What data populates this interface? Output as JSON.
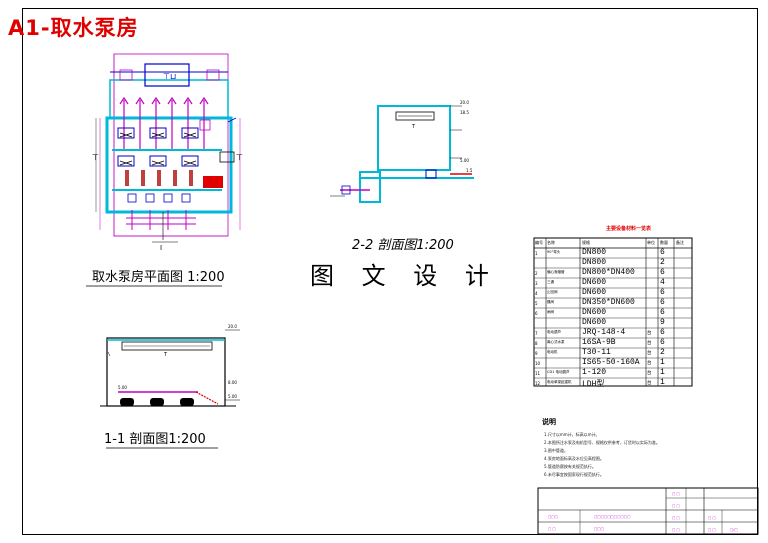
{
  "sheet_title": "A1-取水泵房",
  "watermark": "图 文 设 计",
  "views": {
    "plan_title": "取水泵房平面图 1:200",
    "section_22_title": "2-2 剖面图1:200",
    "section_11_title": "1-1 剖面图1:200"
  },
  "equipment_table": {
    "title": "主要设备材料一览表",
    "headers": [
      "编号",
      "名称",
      "规格",
      "单位",
      "数量",
      "备注"
    ],
    "rows": [
      {
        "no": "1",
        "name": "90°弯头",
        "spec": "DN800",
        "unit": "",
        "qty": "6"
      },
      {
        "no": "",
        "name": "",
        "spec": "DN800",
        "unit": "",
        "qty": "2"
      },
      {
        "no": "2",
        "name": "偏心渐缩管",
        "spec": "DN800*DN400",
        "unit": "",
        "qty": "6"
      },
      {
        "no": "3",
        "name": "三通",
        "spec": "DN600",
        "unit": "",
        "qty": "4"
      },
      {
        "no": "4",
        "name": "止回阀",
        "spec": "DN600",
        "unit": "",
        "qty": "6"
      },
      {
        "no": "5",
        "name": "蝶阀",
        "spec": "DN350*DN600",
        "unit": "",
        "qty": "6"
      },
      {
        "no": "6",
        "name": "闸阀",
        "spec": "DN600",
        "unit": "",
        "qty": "6"
      },
      {
        "no": "",
        "name": "",
        "spec": "DN600",
        "unit": "",
        "qty": "9"
      },
      {
        "no": "7",
        "name": "电动葫芦",
        "spec": "JRQ-148-4",
        "unit": "台",
        "qty": "6"
      },
      {
        "no": "8",
        "name": "离心式水泵",
        "spec": "16SA-9B",
        "unit": "台",
        "qty": "6"
      },
      {
        "no": "9",
        "name": "电动机",
        "spec": "T30-11",
        "unit": "台",
        "qty": "2"
      },
      {
        "no": "10",
        "name": "",
        "spec": "IS65-50-160A",
        "unit": "台",
        "qty": "1"
      },
      {
        "no": "11",
        "name": "CD1 电动葫芦",
        "spec": "1-120",
        "unit": "台",
        "qty": "1"
      },
      {
        "no": "12",
        "name": "电动单梁起重机",
        "spec": "LDH型",
        "unit": "台",
        "qty": "1"
      }
    ]
  },
  "notes": {
    "title": "说明",
    "items": [
      "1.尺寸以mm计，标高以m计。",
      "2.本图所注水泵及电机型号、规格仅供参考，订货时以实际为准。",
      "3.图中管道。",
      "4.泵房地面标高及水位见高程图。",
      "5.管道防腐按有关规范执行。",
      "6.未尽事宜按国家现行规范执行。"
    ]
  },
  "colors": {
    "wall": "#00b8d8",
    "pipe_blue": "#0000cc",
    "dim_magenta": "#c000c0",
    "red_accent": "#e00000",
    "ink": "#000000"
  }
}
